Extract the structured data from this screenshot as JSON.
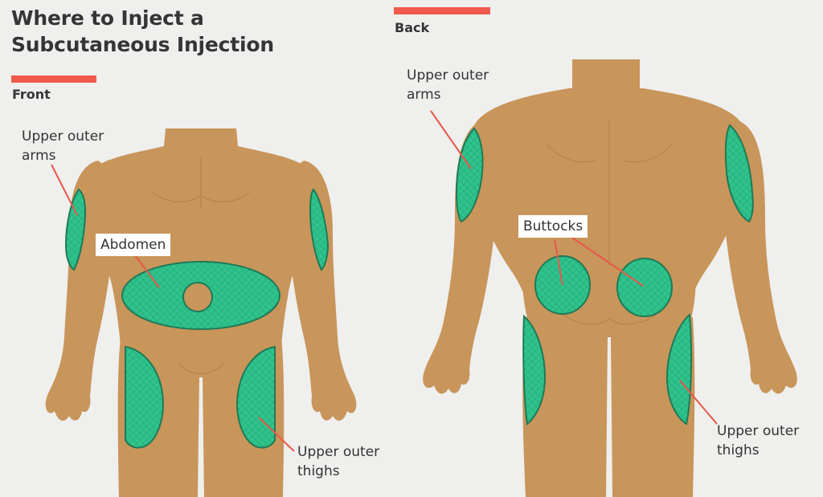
{
  "title": {
    "line1": "Where to Inject a",
    "line2": "Subcutaneous Injection"
  },
  "front": {
    "heading": "Front",
    "labels": {
      "arms_line1": "Upper outer",
      "arms_line2": "arms",
      "abdomen": "Abdomen",
      "thighs_line1": "Upper outer",
      "thighs_line2": "thighs"
    }
  },
  "back": {
    "heading": "Back",
    "labels": {
      "arms_line1": "Upper outer",
      "arms_line2": "arms",
      "buttocks": "Buttocks",
      "thighs_line1": "Upper outer",
      "thighs_line2": "thighs"
    }
  },
  "colors": {
    "skin": "#c8955b",
    "skin_outline": "#a9773f",
    "zone_fill": "#2fc48d",
    "zone_stroke": "#1f7a55",
    "accent": "#ef5a4e",
    "leader_line": "#e9574b",
    "text": "#333333"
  }
}
